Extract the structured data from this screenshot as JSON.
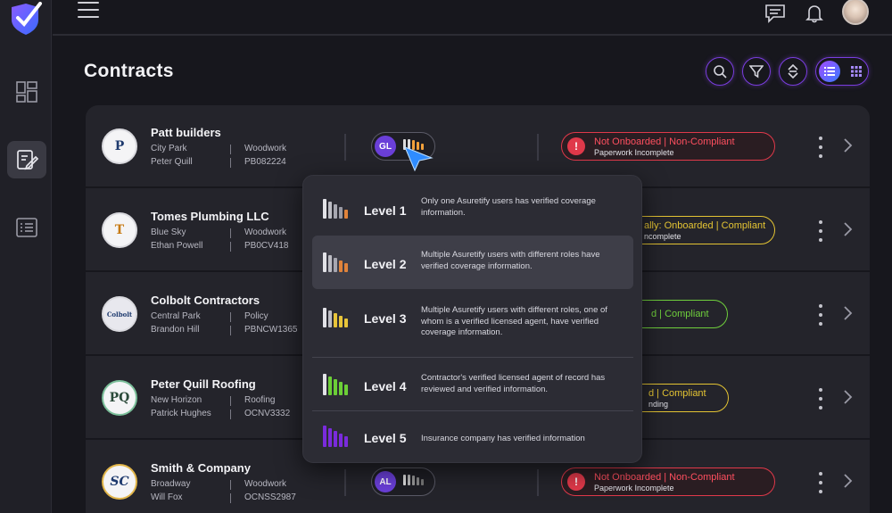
{
  "page": {
    "title": "Contracts"
  },
  "colors": {
    "accent": "#7a3de0",
    "danger": "#e0394a",
    "warning": "#e4c433",
    "success": "#6fcf3c",
    "badge": "#6a3fd8"
  },
  "icons": {
    "nav": [
      "dashboard-icon",
      "contracts-icon",
      "list-icon"
    ],
    "top": [
      "chat-icon",
      "bell-icon"
    ],
    "tools": [
      "search-icon",
      "filter-icon",
      "sort-icon",
      "list-view-icon",
      "grid-view-icon"
    ]
  },
  "contracts": [
    {
      "name": "Patt builders",
      "city": "City Park",
      "contact": "Peter Quill",
      "trade": "Woodwork",
      "code": "PB082224",
      "logo": "P",
      "level_badge": "GL",
      "status_title": "Not Onboarded | Non-Compliant",
      "status_sub": "Paperwork Incomplete"
    },
    {
      "name": "Tomes Plumbing LLC",
      "city": "Blue Sky",
      "contact": "Ethan Powell",
      "trade": "Woodwork",
      "code": "PB0CV418",
      "logo": "T",
      "status_title": "ally: Onboarded | Compliant",
      "status_sub": "ncomplete"
    },
    {
      "name": "Colbolt Contractors",
      "city": "Central Park",
      "contact": "Brandon Hill",
      "trade": "Policy",
      "code": "PBNCW1365",
      "logo": "Colbolt",
      "status_title": "d | Compliant",
      "status_sub": ""
    },
    {
      "name": "Peter Quill Roofing",
      "city": "New Horizon",
      "contact": "Patrick Hughes",
      "trade": "Roofing",
      "code": "OCNV3332",
      "logo": "PQ",
      "status_title": "d | Compliant",
      "status_sub": "nding"
    },
    {
      "name": "Smith & Company",
      "city": "Broadway",
      "contact": "Will Fox",
      "trade": "Woodwork",
      "code": "OCNSS2987",
      "logo": "SC",
      "level_badge": "AL",
      "status_title": "Not Onboarded | Non-Compliant",
      "status_sub": "Paperwork Incomplete"
    }
  ],
  "levels": [
    {
      "name": "Level 1",
      "description": "Only one Asuretify users has verified coverage information."
    },
    {
      "name": "Level 2",
      "description": "Multiple Asuretify users with different roles have verified coverage information."
    },
    {
      "name": "Level 3",
      "description": "Multiple Asuretify users with different roles, one of whom is a verified licensed agent, have verified coverage information."
    },
    {
      "name": "Level 4",
      "description": "Contractor's verified licensed agent of record has reviewed and verified information."
    },
    {
      "name": "Level 5",
      "description": "Insurance company has verified information"
    }
  ]
}
